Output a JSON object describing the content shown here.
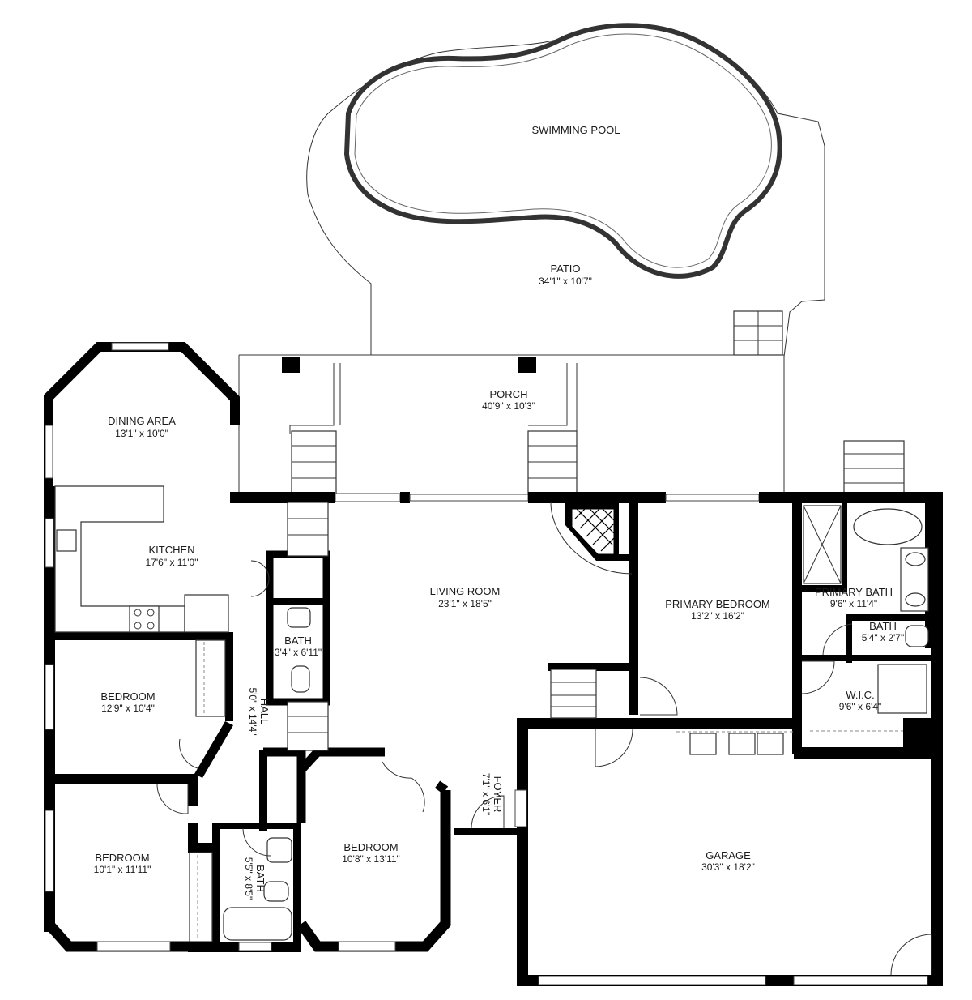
{
  "rooms": {
    "pool": {
      "name": "SWIMMING POOL",
      "dim": ""
    },
    "patio": {
      "name": "PATIO",
      "dim": "34'1\" x 10'7\""
    },
    "porch": {
      "name": "PORCH",
      "dim": "40'9\" x 10'3\""
    },
    "dining": {
      "name": "DINING AREA",
      "dim": "13'1\" x 10'0\""
    },
    "kitchen": {
      "name": "KITCHEN",
      "dim": "17'6\" x 11'0\""
    },
    "living": {
      "name": "LIVING ROOM",
      "dim": "23'1\" x 18'5\""
    },
    "primary_bedroom": {
      "name": "PRIMARY BEDROOM",
      "dim": "13'2\" x 16'2\""
    },
    "primary_bath": {
      "name": "PRIMARY BATH",
      "dim": "9'6\" x 11'4\""
    },
    "bath_small": {
      "name": "BATH",
      "dim": "5'4\" x 2'7\""
    },
    "wic": {
      "name": "W.I.C.",
      "dim": "9'6\" x 6'4\""
    },
    "bath_hall": {
      "name": "BATH",
      "dim": "3'4\" x 6'11\""
    },
    "hall": {
      "name": "HALL",
      "dim": "5'0\" x 14'4\""
    },
    "bedroom1": {
      "name": "BEDROOM",
      "dim": "12'9\" x 10'4\""
    },
    "bedroom2": {
      "name": "BEDROOM",
      "dim": "10'1\" x 11'11\""
    },
    "bath_lower": {
      "name": "BATH",
      "dim": "5'5\" x 8'5\""
    },
    "bedroom3": {
      "name": "BEDROOM",
      "dim": "10'8\" x 13'11\""
    },
    "foyer": {
      "name": "FOYER",
      "dim": "7'1\" x 6'1\""
    },
    "garage": {
      "name": "GARAGE",
      "dim": "30'3\" x 18'2\""
    }
  }
}
